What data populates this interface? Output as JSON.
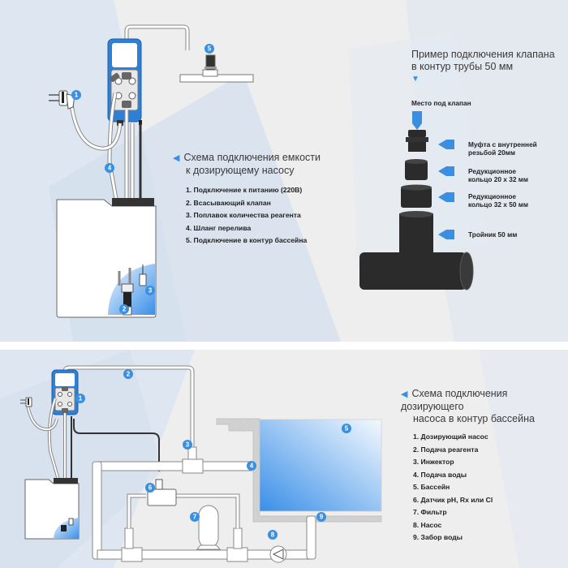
{
  "colors": {
    "accent": "#3a8fe0",
    "badge": "#3a8fe0",
    "pump_blue": "#2f7fd6",
    "fitting_dark": "#2b2b2b",
    "background": "#eeeeee",
    "water_light": "#e8f3fd",
    "water_dark": "#3a8fe8"
  },
  "top": {
    "tank_scheme": {
      "title_line1": "Схема подключения емкости",
      "title_line2": "к дозирующему насосу",
      "items": [
        "1. Подключение к питанию  (220В)",
        "2. Всасывающий клапан",
        "3. Поплавок количества реагента",
        "4. Шланг перелива",
        "5. Подключение в контур бассейна"
      ],
      "badges": [
        "1",
        "2",
        "3",
        "4",
        "5"
      ]
    },
    "valve_example": {
      "title_line1": "Пример подключения клапана",
      "title_line2": "в контур трубы 50 мм",
      "valve_place_label": "Место под клапан",
      "parts": [
        {
          "line1": "Муфта с внутренней",
          "line2": "резьбой 20мм"
        },
        {
          "line1": "Редукционное",
          "line2": "кольцо 20 х 32 мм"
        },
        {
          "line1": "Редукционное",
          "line2": "кольцо 32 х 50 мм"
        },
        {
          "line1": "Тройник 50 мм",
          "line2": ""
        }
      ]
    }
  },
  "bottom": {
    "pool_scheme": {
      "title_line1": "Схема подключения дозирующего",
      "title_line2": "насоса в контур бассейна",
      "items": [
        "1. Дозирующий насос",
        "2. Подача реагента",
        "3. Инжектор",
        "4. Подача воды",
        "5. Бассейн",
        "6. Датчик pH, Rx или Cl",
        "7. Фильтр",
        "8. Насос",
        "9. Забор воды"
      ],
      "badges": [
        "1",
        "2",
        "3",
        "4",
        "5",
        "6",
        "7",
        "8",
        "9"
      ]
    }
  },
  "icons": {
    "caption_arrow_left": "◀",
    "caption_arrow_down": "▼"
  }
}
